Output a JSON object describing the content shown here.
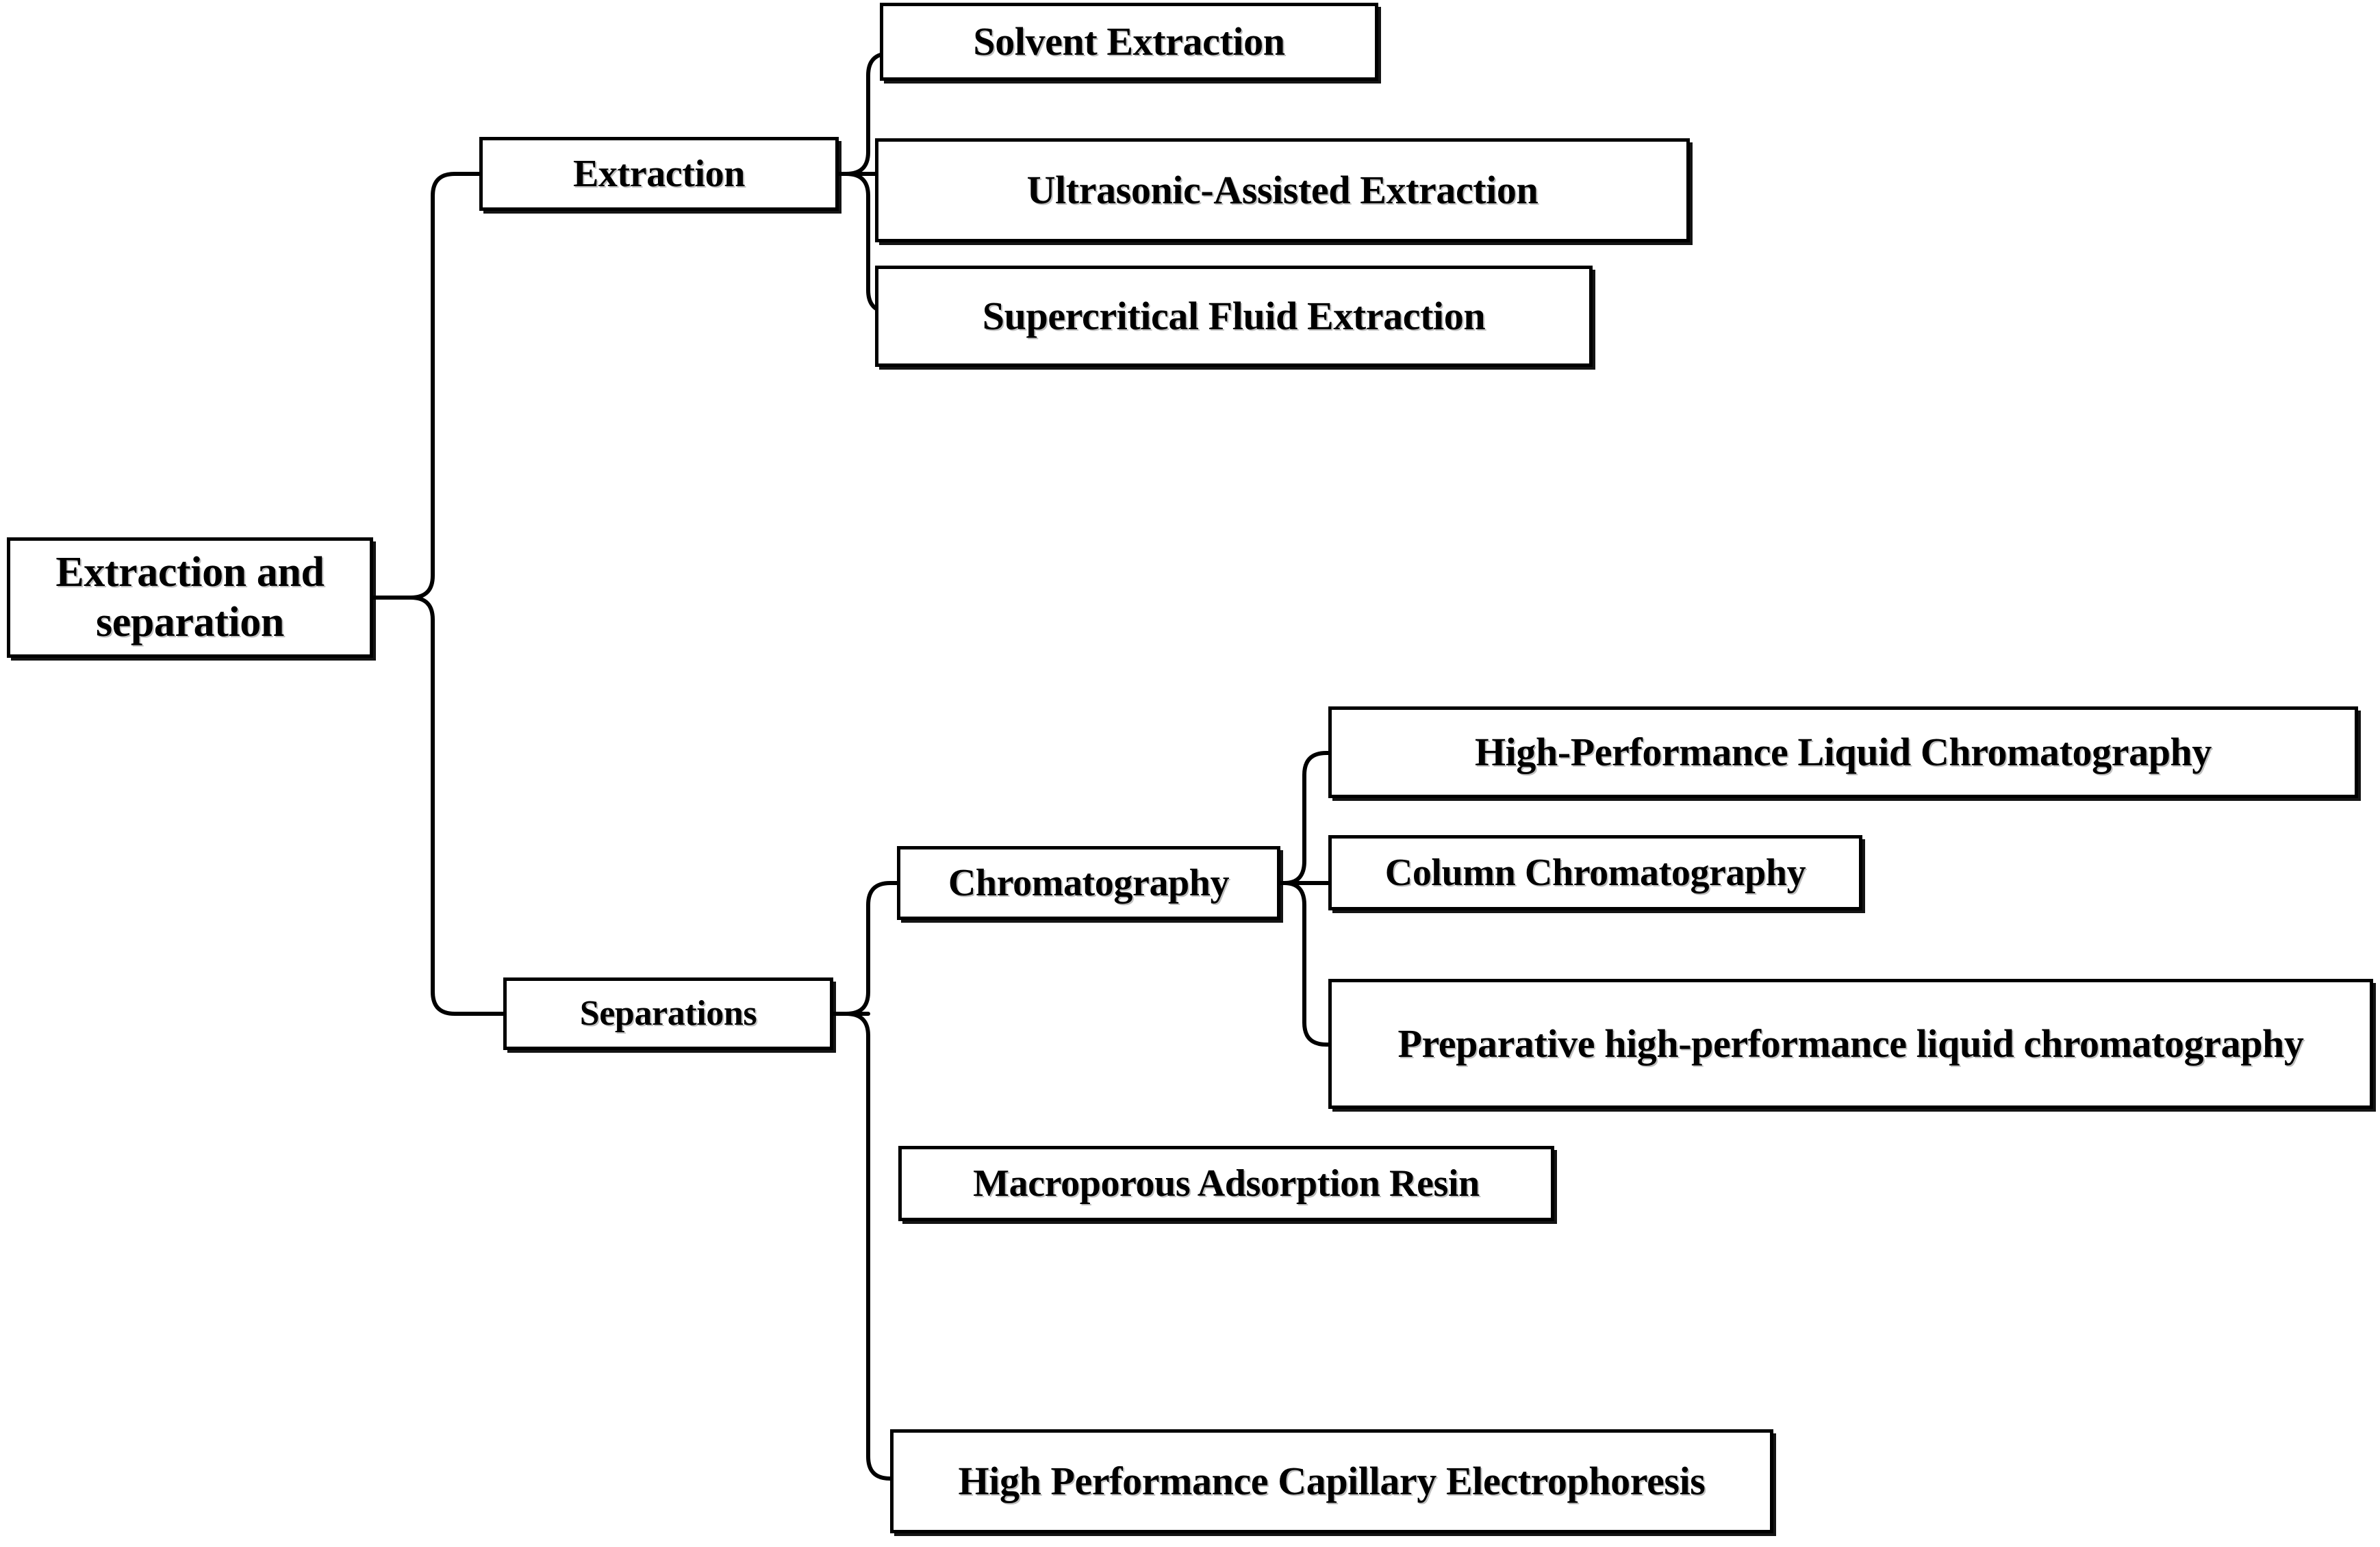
{
  "diagram": {
    "title": "Extraction and separation methods hierarchy",
    "type": "tree",
    "colors": {
      "background": "#ffffff",
      "stroke": "#000000",
      "node_fill": "#ffffff",
      "text": "#000000"
    },
    "nodes": {
      "root": "Extraction and\nseparation",
      "root_line1": "Extraction and",
      "root_line2": "separation",
      "extraction": "Extraction",
      "solvent_extraction": "Solvent Extraction",
      "ultrasonic_assisted_extraction": "Ultrasonic-Assisted Extraction",
      "supercritical_fluid_extraction": "Supercritical Fluid Extraction",
      "separations": "Separations",
      "chromatography": "Chromatography",
      "high_performance_liquid_chromatography": "High-Performance Liquid Chromatography",
      "column_chromatography": "Column Chromatography",
      "preparative_hplc": "Preparative high-performance liquid chromatography",
      "macroporous_adsorption_resin": "Macroporous Adsorption Resin",
      "high_performance_capillary_electrophoresis": "High Performance Capillary Electrophoresis"
    },
    "edges": [
      {
        "from": "root",
        "to": "extraction"
      },
      {
        "from": "root",
        "to": "separations"
      },
      {
        "from": "extraction",
        "to": "solvent_extraction"
      },
      {
        "from": "extraction",
        "to": "ultrasonic_assisted_extraction"
      },
      {
        "from": "extraction",
        "to": "supercritical_fluid_extraction"
      },
      {
        "from": "separations",
        "to": "chromatography"
      },
      {
        "from": "separations",
        "to": "macroporous_adsorption_resin"
      },
      {
        "from": "separations",
        "to": "high_performance_capillary_electrophoresis"
      },
      {
        "from": "chromatography",
        "to": "high_performance_liquid_chromatography"
      },
      {
        "from": "chromatography",
        "to": "column_chromatography"
      },
      {
        "from": "chromatography",
        "to": "preparative_hplc"
      }
    ]
  }
}
